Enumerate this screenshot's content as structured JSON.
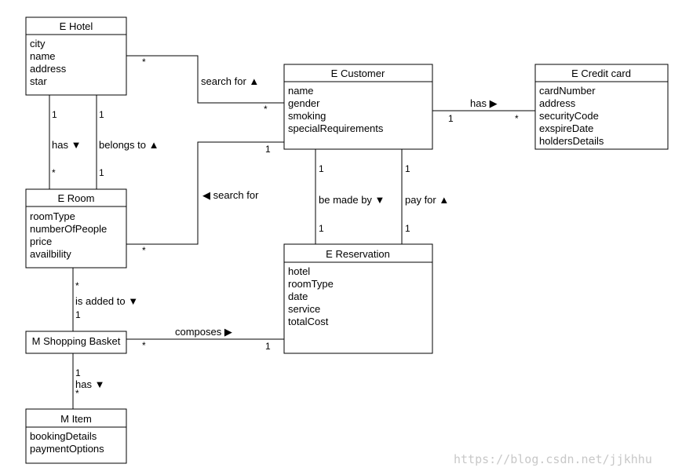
{
  "classes": {
    "hotel": {
      "title": "E Hotel",
      "attrs": [
        "city",
        "name",
        "address",
        "star"
      ]
    },
    "customer": {
      "title": "E Customer",
      "attrs": [
        "name",
        "gender",
        "smoking",
        "specialRequirements"
      ]
    },
    "credit": {
      "title": "E Credit card",
      "attrs": [
        "cardNumber",
        "address",
        "securityCode",
        "exspireDate",
        "holdersDetails"
      ]
    },
    "room": {
      "title": "E Room",
      "attrs": [
        "roomType",
        "numberOfPeople",
        "price",
        "availbility"
      ]
    },
    "reservation": {
      "title": "E Reservation",
      "attrs": [
        "hotel",
        "roomType",
        "date",
        "service",
        "totalCost"
      ]
    },
    "basket": {
      "title": "M Shopping Basket",
      "attrs": []
    },
    "item": {
      "title": "M Item",
      "attrs": [
        "bookingDetails",
        "paymentOptions"
      ]
    }
  },
  "associations": {
    "hotel_customer": {
      "label": "search for ▲",
      "m1": "*",
      "m2": "*"
    },
    "customer_credit": {
      "label": "has ▶",
      "m1": "1",
      "m2": "*"
    },
    "hotel_room_has": {
      "label": "has ▼",
      "m1": "1",
      "m2": "*"
    },
    "hotel_room_belongs": {
      "label": "belongs to ▲",
      "m1": "1",
      "m2": "1"
    },
    "room_customer": {
      "label": "◀ search for",
      "m1": "1",
      "m2": "*"
    },
    "customer_reservation_made": {
      "label": "be made by ▼",
      "m1": "1",
      "m2": "1"
    },
    "customer_reservation_pay": {
      "label": "pay for ▲",
      "m1": "1",
      "m2": "1"
    },
    "room_basket": {
      "label": "is added to ▼",
      "m1": "*",
      "m2": "1"
    },
    "basket_reservation": {
      "label": "composes ▶",
      "m1": "*",
      "m2": "1"
    },
    "basket_item": {
      "label": "has ▼",
      "m1": "1",
      "m2": "*"
    }
  },
  "watermark": "https://blog.csdn.net/jjkhhu"
}
